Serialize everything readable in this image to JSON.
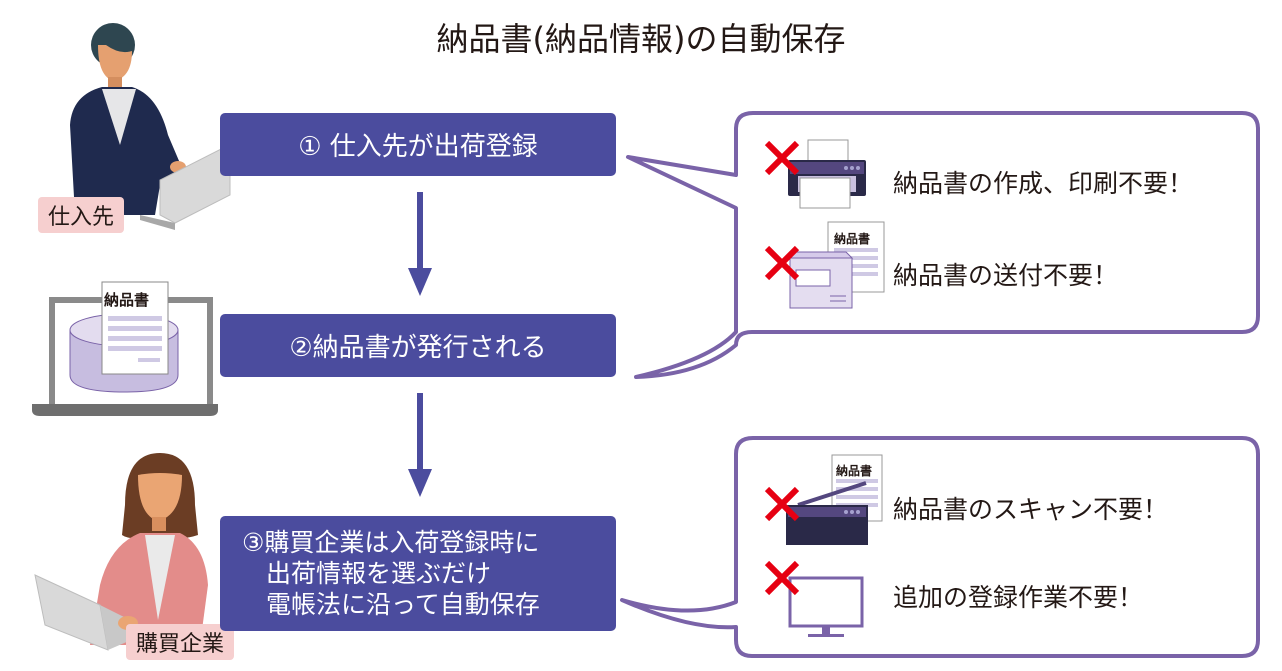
{
  "title": "納品書(納品情報)の自動保存",
  "colors": {
    "step_bg": "#4b4c9e",
    "bubble_border": "#7a63a8",
    "tag_bg": "#f6cfcf",
    "cross": "#e60012",
    "arrow": "#4b4c9e"
  },
  "actors": {
    "supplier_label": "仕入先",
    "buyer_label": "購買企業"
  },
  "system_doc_label": "納品書",
  "steps": [
    {
      "label": "① 仕入先が出荷登録"
    },
    {
      "label": "②納品書が発行される"
    },
    {
      "lines": [
        "③購買企業は入荷登録時に",
        "出荷情報を選ぶだけ",
        "電帳法に沿って自動保存"
      ]
    }
  ],
  "bubbles": [
    {
      "items": [
        {
          "icon": "printer-icon",
          "text": "納品書の作成、印刷不要！"
        },
        {
          "icon": "envelope-icon",
          "doc_label": "納品書",
          "text": "納品書の送付不要！"
        }
      ]
    },
    {
      "items": [
        {
          "icon": "scanner-icon",
          "doc_label": "納品書",
          "text": "納品書のスキャン不要！"
        },
        {
          "icon": "monitor-icon",
          "text": "追加の登録作業不要！"
        }
      ]
    }
  ]
}
